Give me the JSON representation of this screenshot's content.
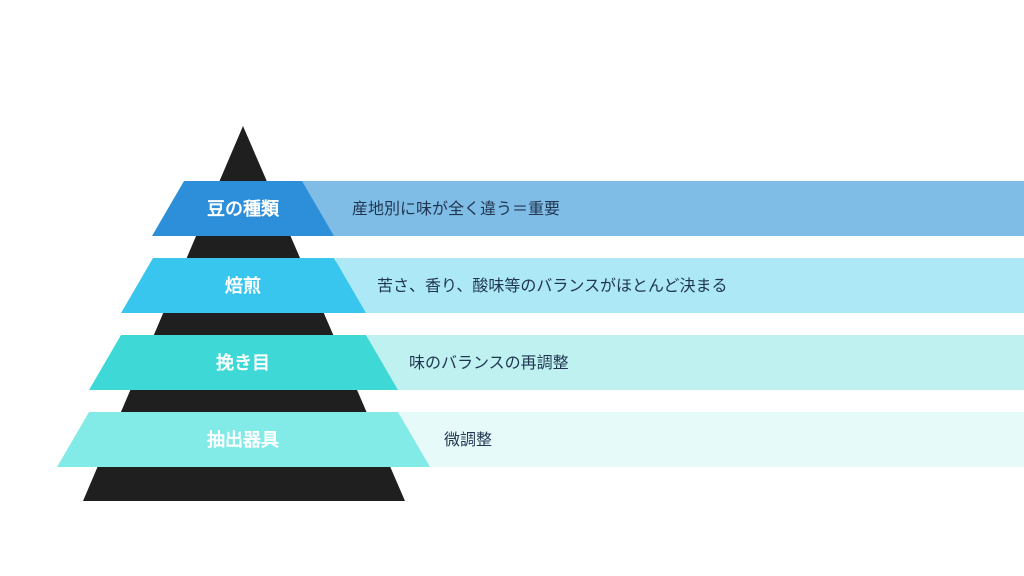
{
  "colors": {
    "pyramid": "#1f1f1f",
    "background": "#ffffff",
    "label_text": "#ffffff",
    "desc_text": "#1f3550"
  },
  "tiers": [
    {
      "label": "豆の種類",
      "description": "産地別に味が全く違う＝重要",
      "label_color": "#2d8fd9",
      "band_color": "#80bde6"
    },
    {
      "label": "焙煎",
      "description": "苦さ、香り、酸味等のバランスがほとんど決まる",
      "label_color": "#38c6ef",
      "band_color": "#ade8f6"
    },
    {
      "label": "挽き目",
      "description": "味のバランスの再調整",
      "label_color": "#3ed9d6",
      "band_color": "#c0f1f1"
    },
    {
      "label": "抽出器具",
      "description": "微調整",
      "label_color": "#82ebe8",
      "band_color": "#e6fafa"
    }
  ]
}
